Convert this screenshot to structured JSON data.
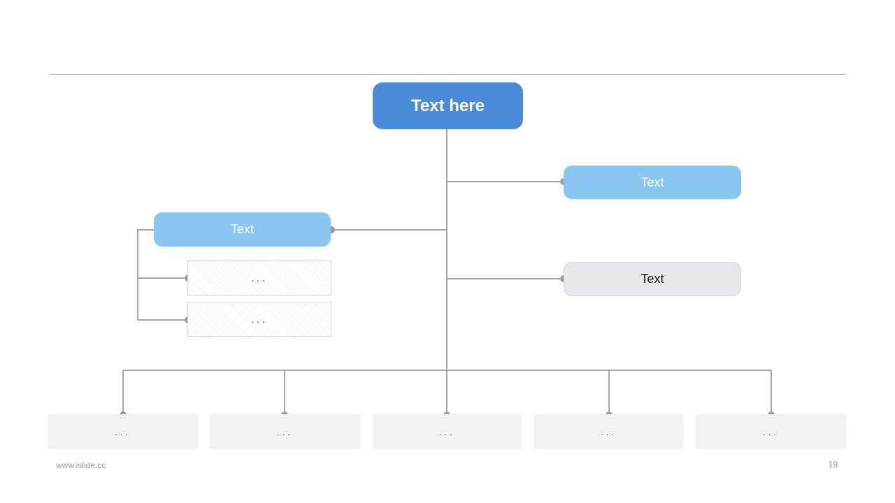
{
  "slide": {
    "footer": {
      "website": "www.islide.cc",
      "page_number": "19"
    }
  },
  "orgchart": {
    "root": {
      "label": "Text here"
    },
    "branch_right_top": {
      "label": "Text"
    },
    "branch_left": {
      "label": "Text"
    },
    "branch_left_children": [
      {
        "label": "..."
      },
      {
        "label": "..."
      }
    ],
    "branch_right_bottom": {
      "label": "Text"
    },
    "bottom_row": [
      {
        "label": "..."
      },
      {
        "label": "..."
      },
      {
        "label": "..."
      },
      {
        "label": "..."
      },
      {
        "label": "..."
      }
    ]
  },
  "colors": {
    "root_fill": "#4a8bd8",
    "light_blue_fill": "#89c6f0",
    "gray_node_fill": "#e5e7ea",
    "bottom_node_fill": "#f2f2f2",
    "connector": "#a6a6a6",
    "connector_dot": "#9b9b9b",
    "divider": "#b3b3b3"
  }
}
